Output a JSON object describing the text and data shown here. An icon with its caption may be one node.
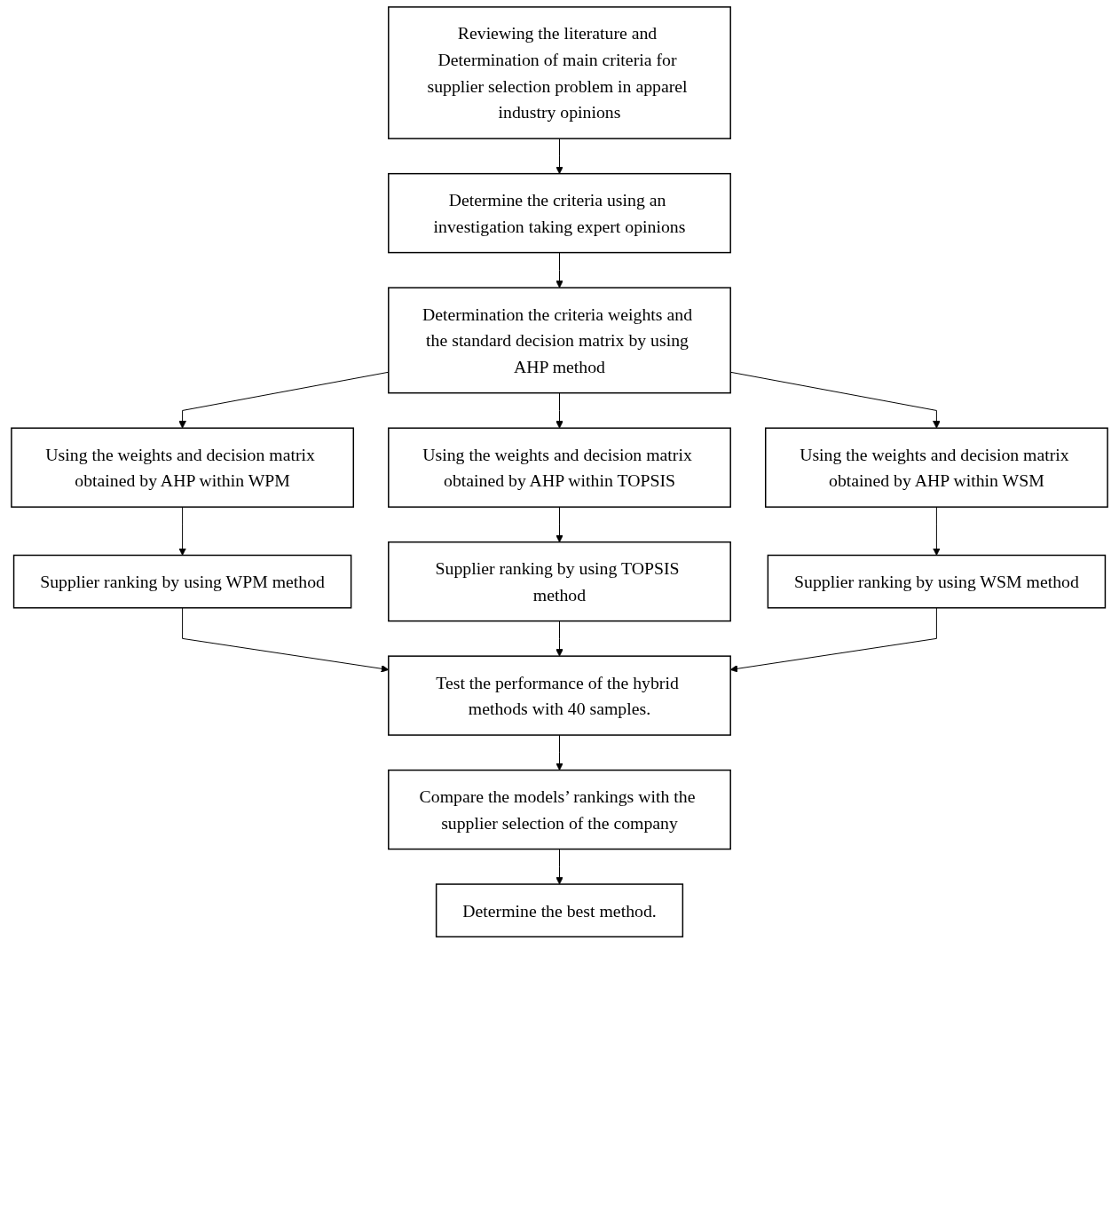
{
  "diagram": {
    "nodes": [
      {
        "text": [
          "Reviewing the literature and Determination of main criteria for supplier selection problem in apparel industry opinions"
        ]
      },
      {
        "text": [
          "Determine the criteria using an investigation taking expert opinions"
        ]
      },
      {
        "text": [
          "Determination the criteria weights and the standard decision matrix by using AHP method"
        ]
      },
      {
        "text": [
          "Using the weights and decision matrix obtained by AHP within WPM"
        ]
      },
      {
        "text": [
          "Using the weights and decision matrix obtained by AHP within TOPSIS"
        ]
      },
      {
        "text": [
          "Using the weights and decision matrix obtained by AHP within WSM"
        ]
      },
      {
        "text": [
          "Supplier ranking by using WPM method"
        ]
      },
      {
        "text": [
          "Supplier ranking by using TOPSIS method"
        ]
      },
      {
        "text": [
          "Supplier ranking by using WSM method"
        ]
      },
      {
        "text": [
          "Test the performance of the hybrid methods with 40 samples."
        ]
      },
      {
        "text": [
          "Compare the models’ rankings with the supplier selection of the company"
        ]
      },
      {
        "text": [
          "Determine the best method."
        ]
      }
    ],
    "edges": [
      {
        "from": 0,
        "to": 1,
        "arrow": "to"
      },
      {
        "from": 1,
        "to": 2,
        "arrow": "to"
      },
      {
        "from": 2,
        "to": 3,
        "arrow": "to"
      },
      {
        "from": 2,
        "to": 4,
        "arrow": "to"
      },
      {
        "from": 2,
        "to": 5,
        "arrow": "to"
      },
      {
        "from": 3,
        "to": 6,
        "arrow": "to"
      },
      {
        "from": 4,
        "to": 7,
        "arrow": "to"
      },
      {
        "from": 5,
        "to": 8,
        "arrow": "to"
      },
      {
        "from": 6,
        "to": 9,
        "arrow": "to"
      },
      {
        "from": 7,
        "to": 9,
        "arrow": "to"
      },
      {
        "from": 8,
        "to": 9,
        "arrow": "to"
      },
      {
        "from": 9,
        "to": 10,
        "arrow": "to"
      },
      {
        "from": 10,
        "to": 11,
        "arrow": "to"
      }
    ]
  }
}
